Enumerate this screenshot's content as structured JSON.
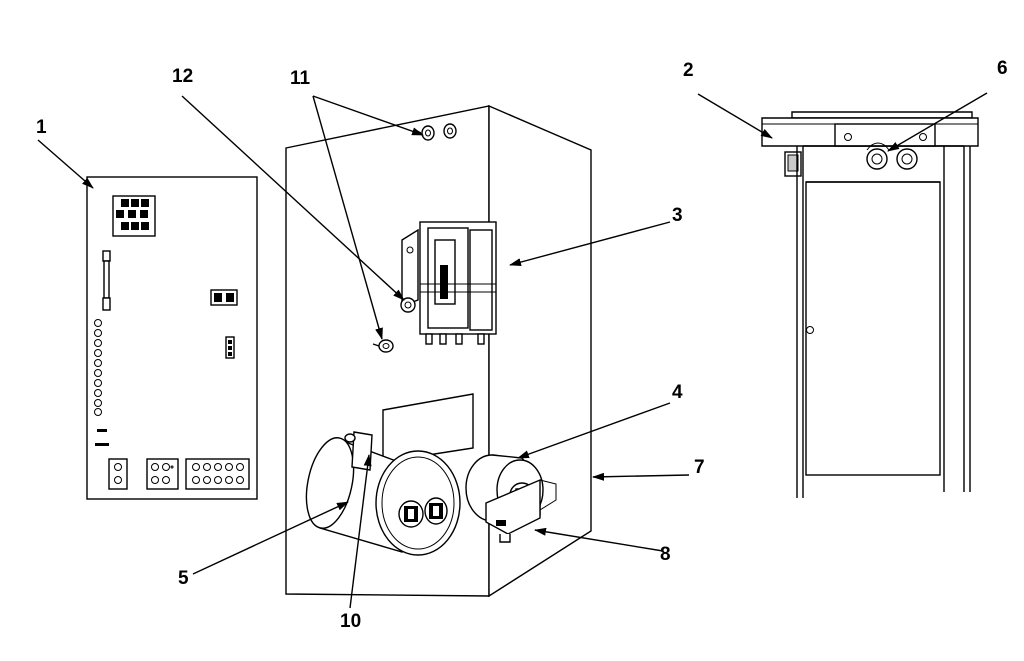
{
  "callouts": {
    "c1": "1",
    "c2": "2",
    "c3": "3",
    "c4": "4",
    "c5": "5",
    "c6": "6",
    "c7": "7",
    "c8": "8",
    "c10": "10",
    "c11": "11",
    "c12": "12"
  },
  "colors": {
    "ink": "#000000",
    "paper": "#ffffff"
  }
}
